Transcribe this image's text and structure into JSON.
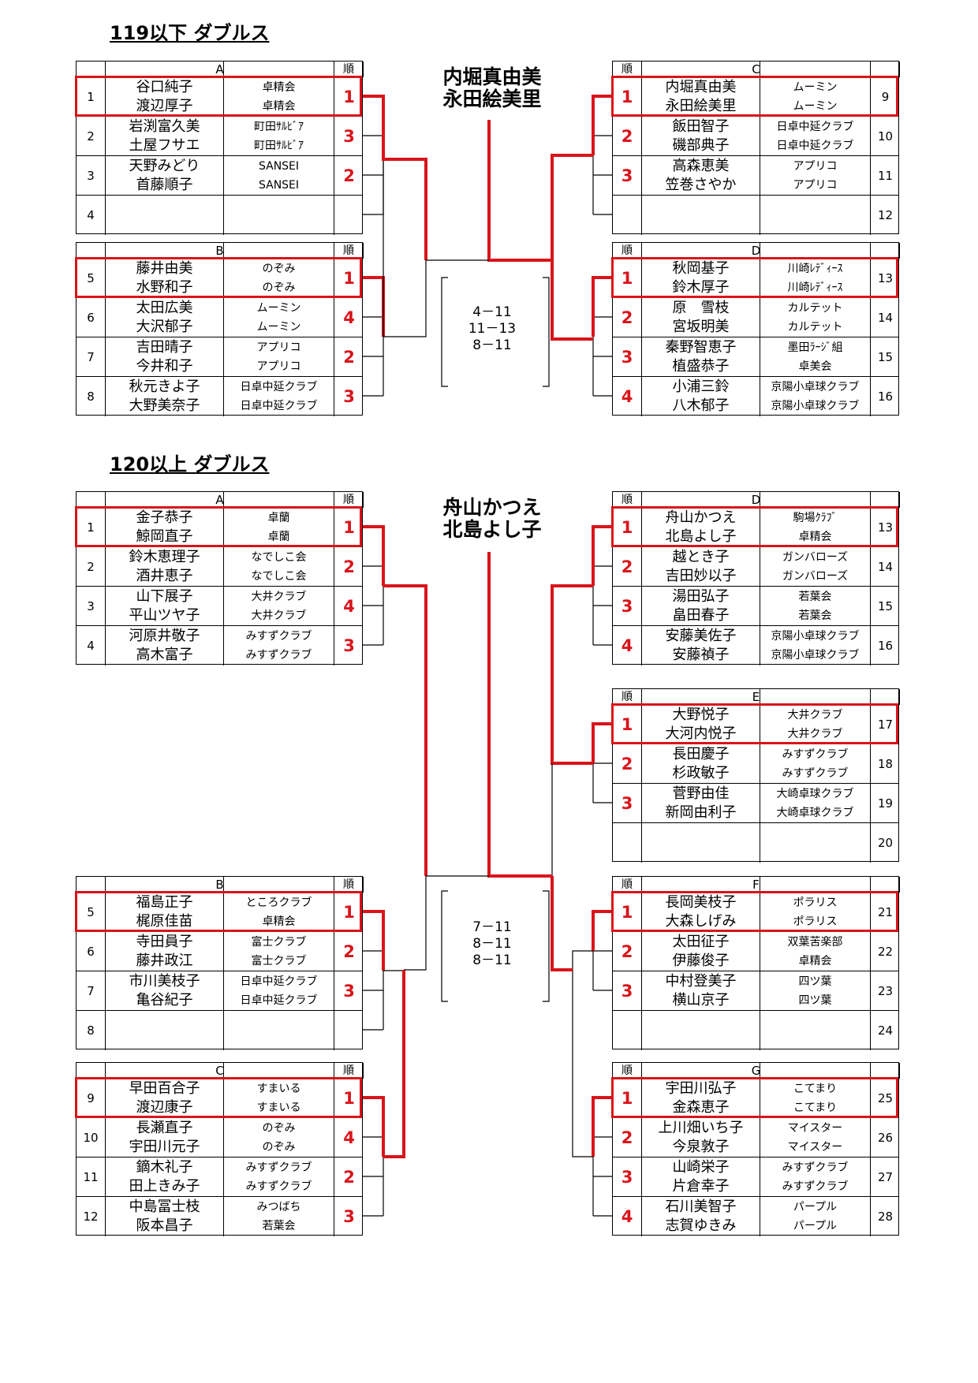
{
  "sections": [
    {
      "title": "119以下 ダブルス",
      "winner": [
        "内堀真由美",
        "永田絵美里"
      ],
      "scores": [
        "4－11",
        "11－13",
        "8－11"
      ],
      "groups": [
        {
          "label": "A",
          "side": "L",
          "rank_header": "順",
          "rows": [
            {
              "seed": "1",
              "p1": "谷口純子",
              "p2": "渡辺厚子",
              "c1": "卓精会",
              "c2": "卓精会",
              "rank": "1",
              "win": true
            },
            {
              "seed": "2",
              "p1": "岩渕富久美",
              "p2": "土屋フサエ",
              "c1": "町田ｻﾙﾋﾞｱ",
              "c2": "町田ｻﾙﾋﾞｱ",
              "rank": "3"
            },
            {
              "seed": "3",
              "p1": "天野みどり",
              "p2": "首藤順子",
              "c1": "SANSEI",
              "c2": "SANSEI",
              "rank": "2"
            },
            {
              "seed": "4",
              "p1": "",
              "p2": "",
              "c1": "",
              "c2": "",
              "rank": ""
            }
          ]
        },
        {
          "label": "B",
          "side": "L",
          "rank_header": "順",
          "rows": [
            {
              "seed": "5",
              "p1": "藤井由美",
              "p2": "水野和子",
              "c1": "のぞみ",
              "c2": "のぞみ",
              "rank": "1",
              "win": true
            },
            {
              "seed": "6",
              "p1": "太田広美",
              "p2": "大沢郁子",
              "c1": "ムーミン",
              "c2": "ムーミン",
              "rank": "4"
            },
            {
              "seed": "7",
              "p1": "吉田晴子",
              "p2": "今井和子",
              "c1": "アプリコ",
              "c2": "アプリコ",
              "rank": "2"
            },
            {
              "seed": "8",
              "p1": "秋元きよ子",
              "p2": "大野美奈子",
              "c1": "日卓中延クラブ",
              "c2": "日卓中延クラブ",
              "rank": "3"
            }
          ]
        },
        {
          "label": "C",
          "side": "R",
          "rank_header": "順",
          "rows": [
            {
              "seed": "9",
              "p1": "内堀真由美",
              "p2": "永田絵美里",
              "c1": "ムーミン",
              "c2": "ムーミン",
              "rank": "1",
              "win": true
            },
            {
              "seed": "10",
              "p1": "飯田智子",
              "p2": "磯部典子",
              "c1": "日卓中延クラブ",
              "c2": "日卓中延クラブ",
              "rank": "2"
            },
            {
              "seed": "11",
              "p1": "高森恵美",
              "p2": "笠巻さやか",
              "c1": "アプリコ",
              "c2": "アプリコ",
              "rank": "3"
            },
            {
              "seed": "12",
              "p1": "",
              "p2": "",
              "c1": "",
              "c2": "",
              "rank": ""
            }
          ]
        },
        {
          "label": "D",
          "side": "R",
          "rank_header": "順",
          "rows": [
            {
              "seed": "13",
              "p1": "秋岡基子",
              "p2": "鈴木厚子",
              "c1": "川崎ﾚﾃﾞｨｰｽ",
              "c2": "川崎ﾚﾃﾞｨｰｽ",
              "rank": "1",
              "win": true
            },
            {
              "seed": "14",
              "p1": "原　雪枝",
              "p2": "宮坂明美",
              "c1": "カルテット",
              "c2": "カルテット",
              "rank": "2"
            },
            {
              "seed": "15",
              "p1": "秦野智恵子",
              "p2": "植盛恭子",
              "c1": "墨田ﾗｰｼﾞ組",
              "c2": "卓美会",
              "rank": "3"
            },
            {
              "seed": "16",
              "p1": "小浦三鈴",
              "p2": "八木郁子",
              "c1": "京陽小卓球クラブ",
              "c2": "京陽小卓球クラブ",
              "rank": "4"
            }
          ]
        }
      ]
    },
    {
      "title": "120以上 ダブルス",
      "winner": [
        "舟山かつえ",
        "北島よし子"
      ],
      "scores": [
        "7－11",
        "8－11",
        "8－11"
      ],
      "groups": [
        {
          "label": "A",
          "side": "L",
          "rank_header": "順",
          "rows": [
            {
              "seed": "1",
              "p1": "金子恭子",
              "p2": "鯨岡直子",
              "c1": "卓蘭",
              "c2": "卓蘭",
              "rank": "1",
              "win": true
            },
            {
              "seed": "2",
              "p1": "鈴木恵理子",
              "p2": "酒井恵子",
              "c1": "なでしこ会",
              "c2": "なでしこ会",
              "rank": "2"
            },
            {
              "seed": "3",
              "p1": "山下展子",
              "p2": "平山ツヤ子",
              "c1": "大井クラブ",
              "c2": "大井クラブ",
              "rank": "4"
            },
            {
              "seed": "4",
              "p1": "河原井敬子",
              "p2": "高木富子",
              "c1": "みすずクラブ",
              "c2": "みすずクラブ",
              "rank": "3"
            }
          ]
        },
        {
          "label": "B",
          "side": "L",
          "rank_header": "順",
          "rows": [
            {
              "seed": "5",
              "p1": "福島正子",
              "p2": "梶原佳苗",
              "c1": "ところクラブ",
              "c2": "卓精会",
              "rank": "1",
              "win": true
            },
            {
              "seed": "6",
              "p1": "寺田員子",
              "p2": "藤井政江",
              "c1": "富士クラブ",
              "c2": "富士クラブ",
              "rank": "2"
            },
            {
              "seed": "7",
              "p1": "市川美枝子",
              "p2": "亀谷紀子",
              "c1": "日卓中延クラブ",
              "c2": "日卓中延クラブ",
              "rank": "3"
            },
            {
              "seed": "8",
              "p1": "",
              "p2": "",
              "c1": "",
              "c2": "",
              "rank": ""
            }
          ]
        },
        {
          "label": "C",
          "side": "L",
          "rank_header": "順",
          "rows": [
            {
              "seed": "9",
              "p1": "早田百合子",
              "p2": "渡辺康子",
              "c1": "すまいる",
              "c2": "すまいる",
              "rank": "1",
              "win": true
            },
            {
              "seed": "10",
              "p1": "長瀬直子",
              "p2": "宇田川元子",
              "c1": "のぞみ",
              "c2": "のぞみ",
              "rank": "4"
            },
            {
              "seed": "11",
              "p1": "鏑木礼子",
              "p2": "田上きみ子",
              "c1": "みすずクラブ",
              "c2": "みすずクラブ",
              "rank": "2"
            },
            {
              "seed": "12",
              "p1": "中島冨士枝",
              "p2": "阪本昌子",
              "c1": "みつばち",
              "c2": "若葉会",
              "rank": "3"
            }
          ]
        },
        {
          "label": "D",
          "side": "R",
          "rank_header": "順",
          "rows": [
            {
              "seed": "13",
              "p1": "舟山かつえ",
              "p2": "北島よし子",
              "c1": "駒場ｸﾗﾌﾞ",
              "c2": "卓精会",
              "rank": "1",
              "win": true
            },
            {
              "seed": "14",
              "p1": "越とき子",
              "p2": "吉田妙以子",
              "c1": "ガンバローズ",
              "c2": "ガンバローズ",
              "rank": "2"
            },
            {
              "seed": "15",
              "p1": "湯田弘子",
              "p2": "畠田春子",
              "c1": "若葉会",
              "c2": "若葉会",
              "rank": "3"
            },
            {
              "seed": "16",
              "p1": "安藤美佐子",
              "p2": "安藤禎子",
              "c1": "京陽小卓球クラブ",
              "c2": "京陽小卓球クラブ",
              "rank": "4"
            }
          ]
        },
        {
          "label": "E",
          "side": "R",
          "rank_header": "順",
          "rows": [
            {
              "seed": "17",
              "p1": "大野悦子",
              "p2": "大河内悦子",
              "c1": "大井クラブ",
              "c2": "大井クラブ",
              "rank": "1",
              "win": true
            },
            {
              "seed": "18",
              "p1": "長田慶子",
              "p2": "杉政敏子",
              "c1": "みすずクラブ",
              "c2": "みすずクラブ",
              "rank": "2"
            },
            {
              "seed": "19",
              "p1": "菅野由佳",
              "p2": "新岡由利子",
              "c1": "大崎卓球クラブ",
              "c2": "大崎卓球クラブ",
              "rank": "3"
            },
            {
              "seed": "20",
              "p1": "",
              "p2": "",
              "c1": "",
              "c2": "",
              "rank": ""
            }
          ]
        },
        {
          "label": "F",
          "side": "R",
          "rank_header": "順",
          "rows": [
            {
              "seed": "21",
              "p1": "長岡美枝子",
              "p2": "大森しげみ",
              "c1": "ポラリス",
              "c2": "ポラリス",
              "rank": "1",
              "win": true
            },
            {
              "seed": "22",
              "p1": "太田征子",
              "p2": "伊藤俊子",
              "c1": "双葉苦楽部",
              "c2": "卓精会",
              "rank": "2"
            },
            {
              "seed": "23",
              "p1": "中村登美子",
              "p2": "横山京子",
              "c1": "四ツ葉",
              "c2": "四ツ葉",
              "rank": "3"
            },
            {
              "seed": "24",
              "p1": "",
              "p2": "",
              "c1": "",
              "c2": "",
              "rank": ""
            }
          ]
        },
        {
          "label": "G",
          "side": "R",
          "rank_header": "順",
          "rows": [
            {
              "seed": "25",
              "p1": "宇田川弘子",
              "p2": "金森恵子",
              "c1": "こてまり",
              "c2": "こてまり",
              "rank": "1",
              "win": true
            },
            {
              "seed": "26",
              "p1": "上川畑いち子",
              "p2": "今泉敦子",
              "c1": "マイスター",
              "c2": "マイスター",
              "rank": "2"
            },
            {
              "seed": "27",
              "p1": "山崎栄子",
              "p2": "片倉幸子",
              "c1": "みすずクラブ",
              "c2": "みすずクラブ",
              "rank": "3"
            },
            {
              "seed": "28",
              "p1": "石川美智子",
              "p2": "志賀ゆきみ",
              "c1": "パープル",
              "c2": "パープル",
              "rank": "4"
            }
          ]
        }
      ]
    }
  ],
  "colors": {
    "accent": "#d9141b",
    "line": "#000000"
  }
}
